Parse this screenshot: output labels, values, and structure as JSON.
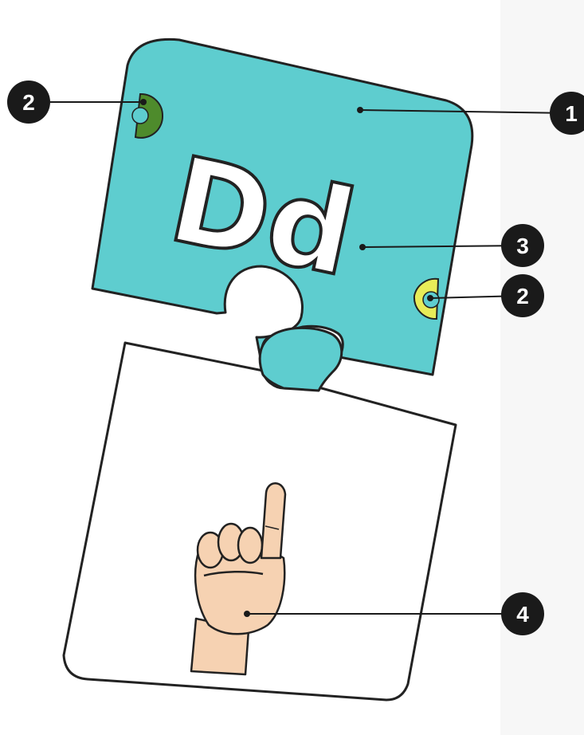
{
  "figure": {
    "letters": "Dd",
    "callouts": [
      {
        "id": "piece",
        "number": "1"
      },
      {
        "id": "peg-left",
        "number": "2"
      },
      {
        "id": "letters",
        "number": "3"
      },
      {
        "id": "peg-right",
        "number": "2"
      },
      {
        "id": "hand-sign",
        "number": "4"
      }
    ]
  },
  "colors": {
    "puzzle_top": "#5ecdcf",
    "outline": "#222222",
    "peg_left_ring": "#4e8b2c",
    "peg_right_ring": "#e8ec58",
    "peg_center": "#5ecdcf",
    "skin": "#f6d2b2",
    "callout_fill": "#1a1a1a"
  }
}
